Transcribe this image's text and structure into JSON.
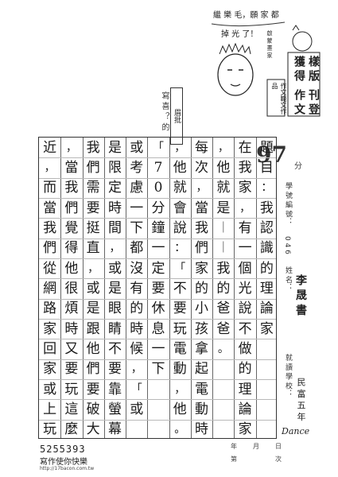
{
  "teacher_comment": {
    "lines": [
      "繼 樂 毛，願 家 都",
      "掉 光 了！"
    ]
  },
  "badge": {
    "top_label": "啟   蒙   畫   家",
    "stamp_1": "獲",
    "stamp_2": "得",
    "stamp_3": "樣",
    "stamp_4": "版",
    "stamp_5": "作",
    "stamp_6": "文",
    "stamp_7": "刊",
    "stamp_8": "登",
    "note": "作文範文作品"
  },
  "grade": {
    "score": "97",
    "suffix": "分"
  },
  "margin_note": {
    "text": "寫 喜 ？ 的",
    "stamp": "眉批"
  },
  "essay": {
    "columns": [
      [
        "題",
        "目",
        "：",
        "我",
        "認",
        "識",
        "的",
        "理",
        "論",
        "家"
      ],
      [
        "在",
        "我",
        "家",
        "，",
        "有",
        "一",
        "個",
        "光",
        "說",
        "不",
        "做",
        "的",
        "理",
        "論",
        "家"
      ],
      [
        "，",
        "他",
        "就",
        "是",
        "｜",
        "｜",
        "我",
        "的",
        "爸",
        "爸",
        "。"
      ],
      [
        "每",
        "次",
        "，",
        "當",
        "我",
        "們",
        "家",
        "的",
        "小",
        "孩",
        "拿",
        "起",
        "電",
        "動",
        "時"
      ],
      [
        "，",
        "他",
        "就",
        "會",
        "說",
        "：",
        "「",
        "不",
        "要",
        "玩",
        "電",
        "動",
        "，",
        "他",
        "。"
      ],
      [
        "「",
        "7",
        "0",
        "分",
        "鐘",
        "一",
        "定",
        "要",
        "休",
        "息",
        "一",
        "下"
      ],
      [
        "或",
        "考",
        "慮",
        "一",
        "下",
        "都",
        "沒",
        "有",
        "的",
        "時",
        "候",
        "，",
        "「",
        "或"
      ],
      [
        "是",
        "限",
        "定",
        "時",
        "間",
        "，",
        "或",
        "是",
        "眼",
        "睛",
        "不",
        "要",
        "靠",
        "螢",
        "幕"
      ],
      [
        "我",
        "們",
        "需",
        "要",
        "挺",
        "直",
        "，",
        "或",
        "是",
        "跟",
        "他",
        "們",
        "要",
        "破",
        "大"
      ],
      [
        "，",
        "當",
        "我",
        "們",
        "覺",
        "得",
        "他",
        "很",
        "煩",
        "時",
        "又",
        "要",
        "玩",
        "這",
        "麼"
      ],
      [
        "近",
        "，",
        "而",
        "當",
        "我",
        "們",
        "從",
        "網",
        "路",
        "家",
        "回",
        "家",
        "或",
        "上",
        "玩"
      ]
    ]
  },
  "side_panel": {
    "field_1": "學 號 編 號：",
    "field_1_value": "0 4 6",
    "field_2": "姓 名：",
    "name": "李 晟 書",
    "field_3": "就 讀 學 校：",
    "school": "民 富 五 年"
  },
  "signature": "Dance",
  "footer": {
    "id": "5255393",
    "brand": "寫作使你快樂",
    "url": "http://17bacon.com.tw",
    "label_1": "年",
    "label_2": "月",
    "label_3": "日",
    "label_4": "第",
    "label_5": "次"
  }
}
